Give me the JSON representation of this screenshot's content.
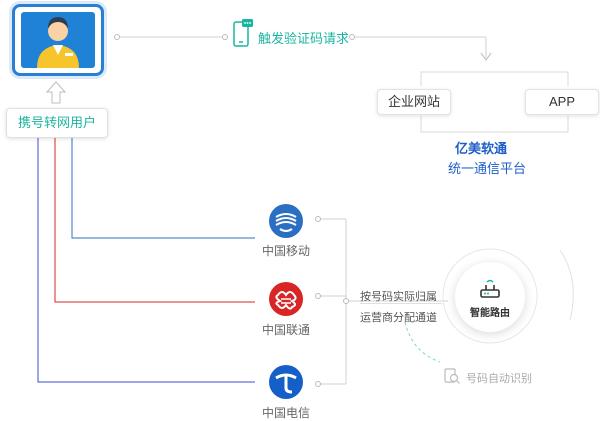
{
  "user": {
    "label": "携号转网用户"
  },
  "trigger": {
    "label": "触发验证码请求"
  },
  "channels": {
    "enterprise_site": "企业网站",
    "app": "APP"
  },
  "platform": {
    "name": "亿美软通",
    "subtitle": "统一通信平台"
  },
  "carriers": [
    {
      "name": "中国移动"
    },
    {
      "name": "中国联通"
    },
    {
      "name": "中国电信"
    }
  ],
  "routing_note": {
    "line1": "按号码实际归属",
    "line2": "运营商分配通道"
  },
  "router": {
    "label": "智能路由"
  },
  "auto_identify": {
    "label": "号码自动识别"
  },
  "colors": {
    "accent_teal": "#1ab5a0",
    "platform_blue": "#1e5fc8",
    "mobile_blue": "#2b6fc2",
    "unicom_red": "#d92525",
    "telecom_blue": "#1460c8",
    "line_gray": "#cfcfcf"
  }
}
